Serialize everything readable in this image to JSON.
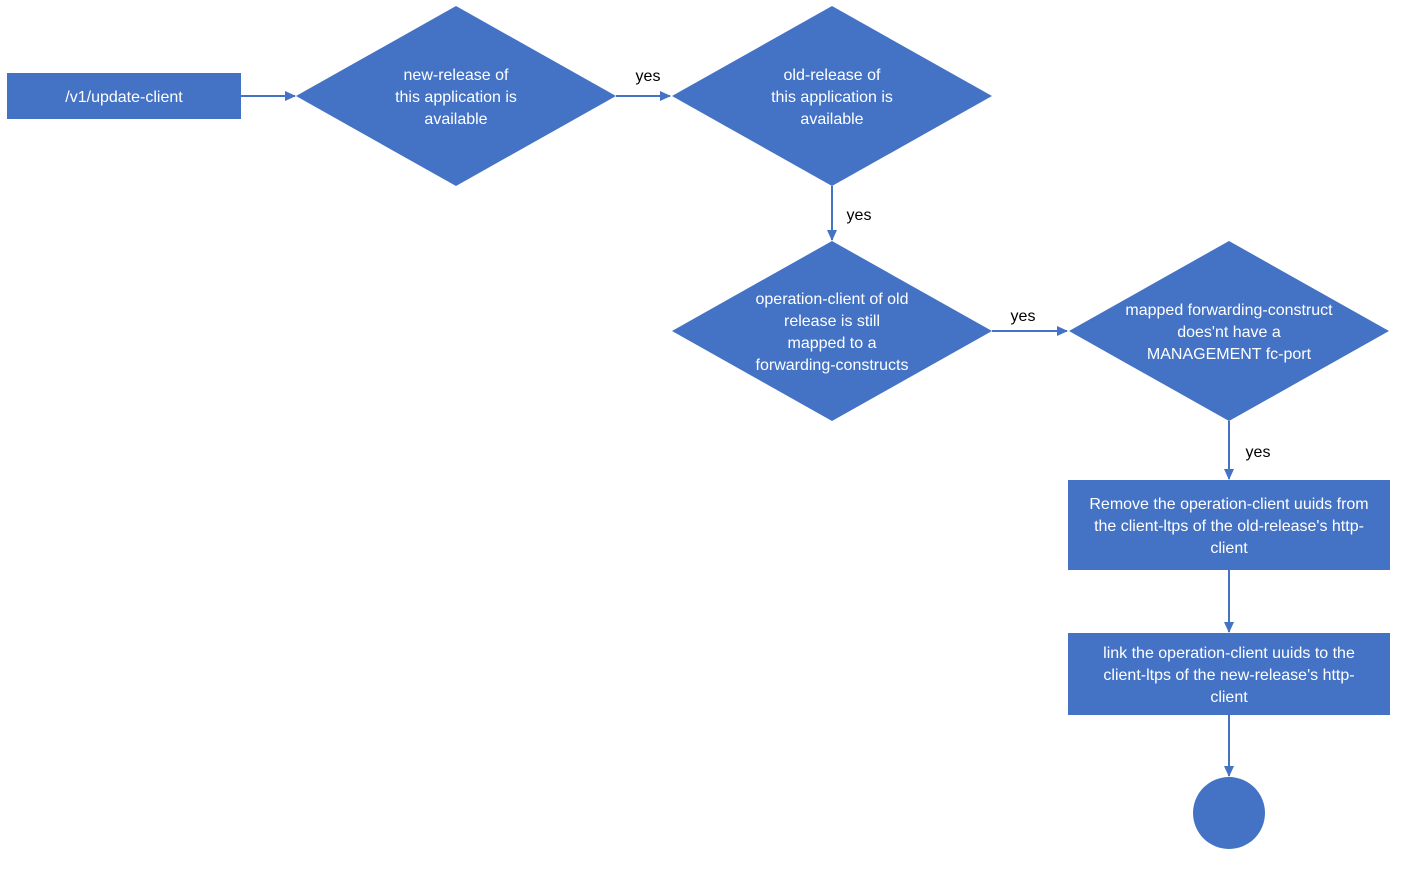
{
  "diagram": {
    "type": "flowchart",
    "colors": {
      "node_fill": "#4472C4",
      "node_text": "#FFFFFF",
      "edge": "#4472C4",
      "edge_label": "#000000"
    },
    "nodes": [
      {
        "id": "start",
        "shape": "rectangle",
        "lines": [
          "/v1/update-client"
        ]
      },
      {
        "id": "new-release-check",
        "shape": "diamond",
        "lines": [
          "new-release of",
          "this application is",
          "available"
        ]
      },
      {
        "id": "old-release-check",
        "shape": "diamond",
        "lines": [
          "old-release of",
          "this application is",
          "available"
        ]
      },
      {
        "id": "operation-client-mapped-check",
        "shape": "diamond",
        "lines": [
          "operation-client of old",
          "release is still",
          "mapped to a",
          "forwarding-constructs"
        ]
      },
      {
        "id": "management-port-check",
        "shape": "diamond",
        "lines": [
          "mapped forwarding-construct",
          "does'nt have a",
          "MANAGEMENT fc-port"
        ]
      },
      {
        "id": "remove-uuids",
        "shape": "rectangle",
        "lines": [
          "Remove the operation-client uuids from",
          "the client-ltps of the old-release's http-",
          "client"
        ]
      },
      {
        "id": "link-uuids",
        "shape": "rectangle",
        "lines": [
          "link the operation-client uuids to the",
          "client-ltps of the new-release's http-",
          "client"
        ]
      },
      {
        "id": "end",
        "shape": "circle",
        "lines": []
      }
    ],
    "edges": [
      {
        "from": "start",
        "to": "new-release-check",
        "label": ""
      },
      {
        "from": "new-release-check",
        "to": "old-release-check",
        "label": "yes"
      },
      {
        "from": "old-release-check",
        "to": "operation-client-mapped-check",
        "label": "yes"
      },
      {
        "from": "operation-client-mapped-check",
        "to": "management-port-check",
        "label": "yes"
      },
      {
        "from": "management-port-check",
        "to": "remove-uuids",
        "label": "yes"
      },
      {
        "from": "remove-uuids",
        "to": "link-uuids",
        "label": ""
      },
      {
        "from": "link-uuids",
        "to": "end",
        "label": ""
      }
    ]
  }
}
